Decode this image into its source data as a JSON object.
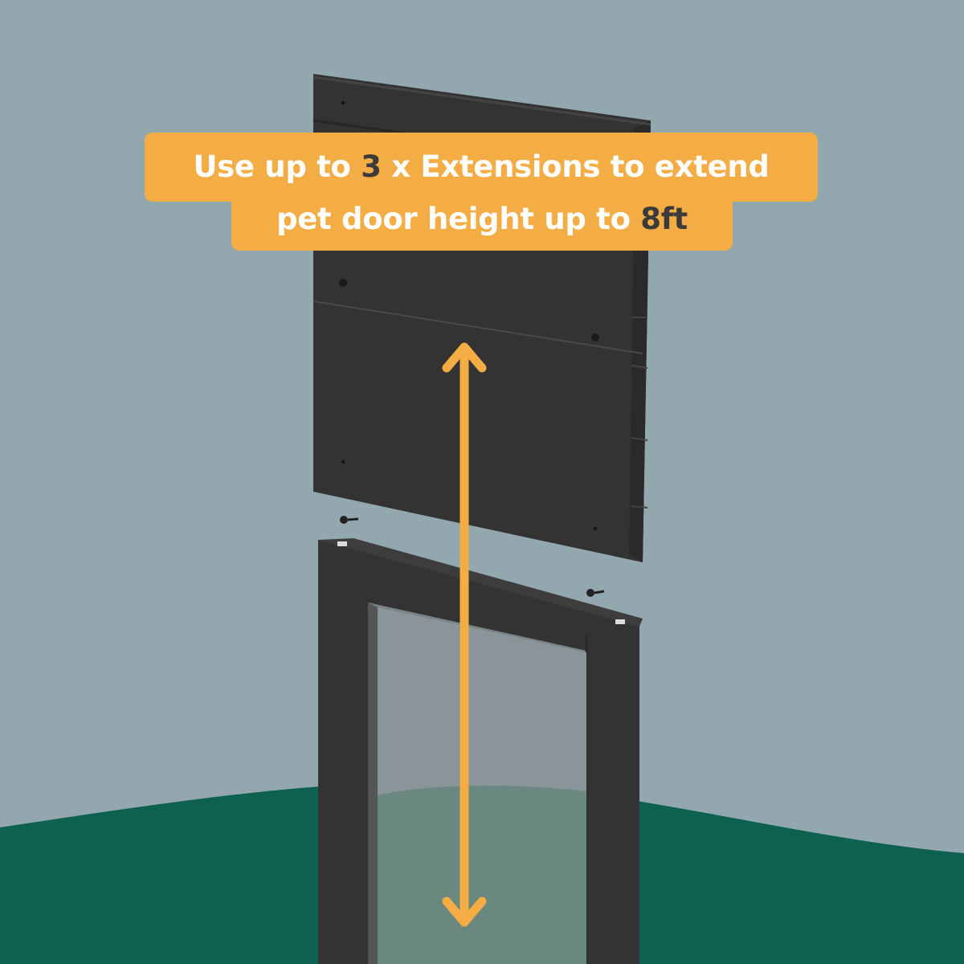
{
  "banner": {
    "line1": {
      "before": "Use up to ",
      "highlight": "3",
      "after": " x Extensions to extend"
    },
    "line2": {
      "before": "pet door height up to ",
      "highlight": "8ft"
    }
  },
  "colors": {
    "sky": "#93a7ae",
    "ground": "#0e6151",
    "panel": "#333333",
    "banner": "#f4ad44",
    "arrow": "#f4ad44",
    "highlight_text": "#3b3b3b"
  },
  "illustration": {
    "parts": [
      "extension-panel",
      "pet-door-frame",
      "screws",
      "mesh-screen",
      "height-arrow"
    ],
    "extensions_max": 3
  }
}
